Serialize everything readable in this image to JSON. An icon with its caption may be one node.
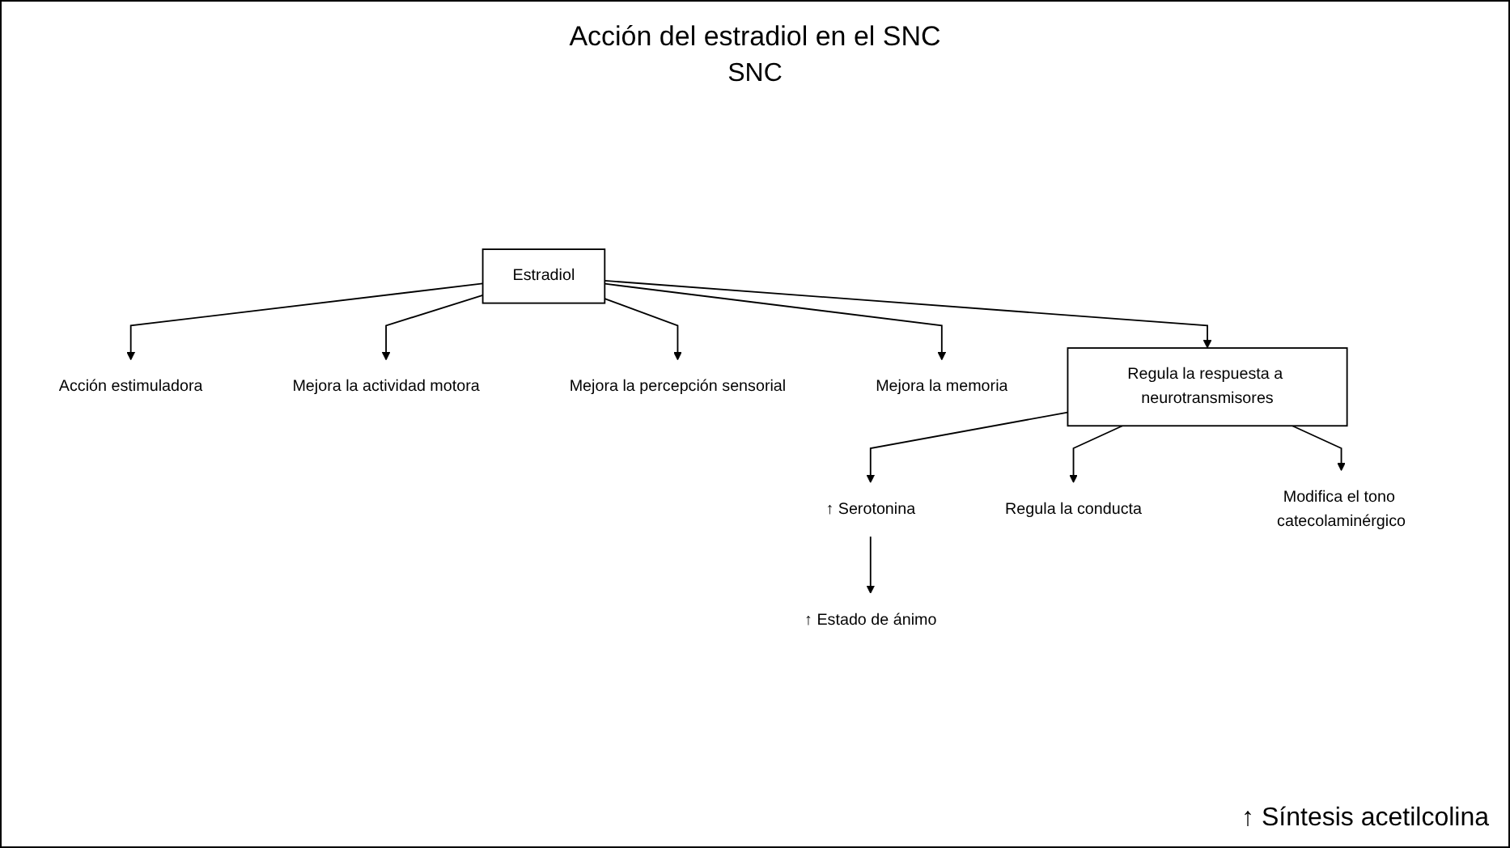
{
  "diagram": {
    "title": "Acción del estradiol en el SNC",
    "nodes": [
      {
        "text": [
          "Estradiol"
        ]
      },
      {
        "text": [
          "Acción estimuladora"
        ]
      },
      {
        "text": [
          "Mejora la actividad motora"
        ]
      },
      {
        "text": [
          "Mejora la percepción sensorial"
        ]
      },
      {
        "text": [
          "Mejora la memoria"
        ]
      },
      {
        "text": [
          "Regula la respuesta a neurotransmisores"
        ]
      },
      {
        "text": [
          "↑ Serotonina"
        ]
      },
      {
        "text": [
          "↑ Estado de ánimo"
        ]
      },
      {
        "text": [
          "Regula la conducta"
        ]
      },
      {
        "text": [
          "Modifica el tono catecolaminérgico"
        ]
      }
    ],
    "edges": [
      {
        "from": 0,
        "to": 1,
        "arrow": "to"
      },
      {
        "from": 0,
        "to": 2,
        "arrow": "to"
      },
      {
        "from": 0,
        "to": 3,
        "arrow": "to"
      },
      {
        "from": 0,
        "to": 4,
        "arrow": "to"
      },
      {
        "from": 0,
        "to": 5,
        "arrow": "to"
      },
      {
        "from": 5,
        "to": 6,
        "arrow": "to"
      },
      {
        "from": 5,
        "to": 8,
        "arrow": "to"
      },
      {
        "from": 5,
        "to": 9,
        "arrow": "to"
      },
      {
        "from": 6,
        "to": 7,
        "arrow": "to"
      }
    ],
    "labels": [
      "SNC",
      "↑ Síntesis acetilcolina"
    ]
  }
}
